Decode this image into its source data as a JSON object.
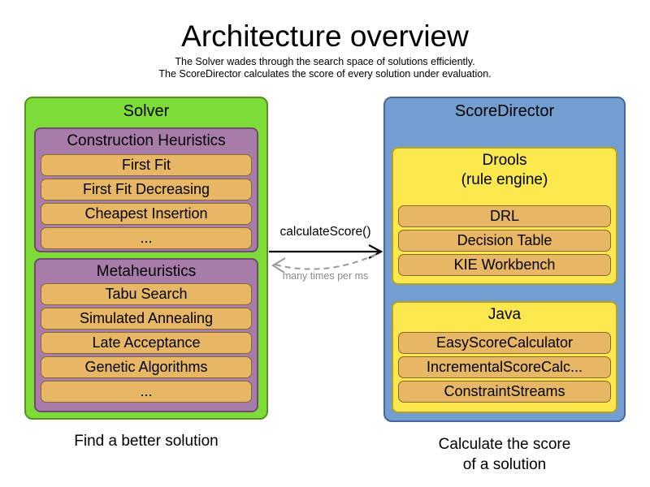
{
  "header": {
    "title": "Architecture overview",
    "subtitle_line1": "The Solver wades through the search space of solutions efficiently.",
    "subtitle_line2": "The ScoreDirector calculates the score of every solution under evaluation."
  },
  "solver": {
    "title": "Solver",
    "caption": "Find a better solution",
    "groups": [
      {
        "title": "Construction Heuristics",
        "items": [
          "First Fit",
          "First Fit Decreasing",
          "Cheapest Insertion",
          "..."
        ]
      },
      {
        "title": "Metaheuristics",
        "items": [
          "Tabu Search",
          "Simulated Annealing",
          "Late Acceptance",
          "Genetic Algorithms",
          "..."
        ]
      }
    ]
  },
  "score_director": {
    "title": "ScoreDirector",
    "caption_line1": "Calculate the score",
    "caption_line2": "of a solution",
    "groups": [
      {
        "title": "Drools",
        "subtitle": "(rule engine)",
        "items": [
          "DRL",
          "Decision Table",
          "KIE Workbench"
        ]
      },
      {
        "title": "Java",
        "items": [
          "EasyScoreCalculator",
          "IncrementalScoreCalc...",
          "ConstraintStreams"
        ]
      }
    ]
  },
  "connector": {
    "call_label": "calculateScore()",
    "frequency_label": "many times per ms"
  },
  "colors": {
    "solver_fill": "#7edc38",
    "solver_border": "#54941e",
    "phase_fill": "#a87ca8",
    "phase_border": "#6f4b6f",
    "item_fill": "#e8b766",
    "item_border": "#8a682a",
    "director_fill": "#729fd0",
    "director_border": "#44689e",
    "engine_fill": "#fbe84e",
    "engine_border": "#b3a02b",
    "arrow_black": "#000000",
    "arrow_gray": "#999999"
  }
}
